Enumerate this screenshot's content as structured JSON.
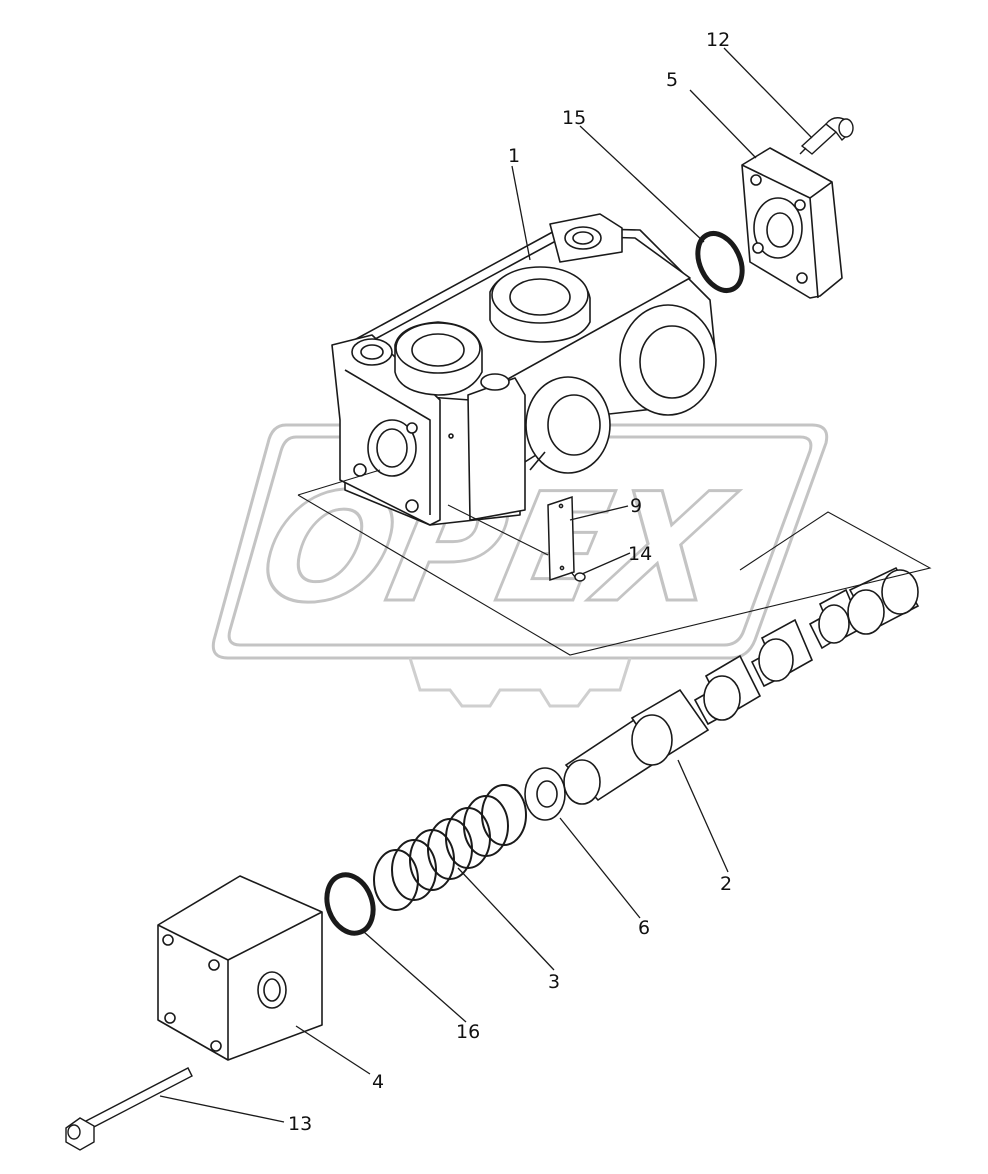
{
  "watermark": {
    "text": "OPEX"
  },
  "callouts": [
    {
      "id": "1",
      "text": "1"
    },
    {
      "id": "2",
      "text": "2"
    },
    {
      "id": "3",
      "text": "3"
    },
    {
      "id": "4",
      "text": "4"
    },
    {
      "id": "5",
      "text": "5"
    },
    {
      "id": "6",
      "text": "6"
    },
    {
      "id": "9",
      "text": "9"
    },
    {
      "id": "12",
      "text": "12"
    },
    {
      "id": "13",
      "text": "13"
    },
    {
      "id": "14",
      "text": "14"
    },
    {
      "id": "15",
      "text": "15"
    },
    {
      "id": "16",
      "text": "16"
    }
  ],
  "colors": {
    "ink": "#1a1a1a",
    "watermark": "#c8c8c8"
  }
}
